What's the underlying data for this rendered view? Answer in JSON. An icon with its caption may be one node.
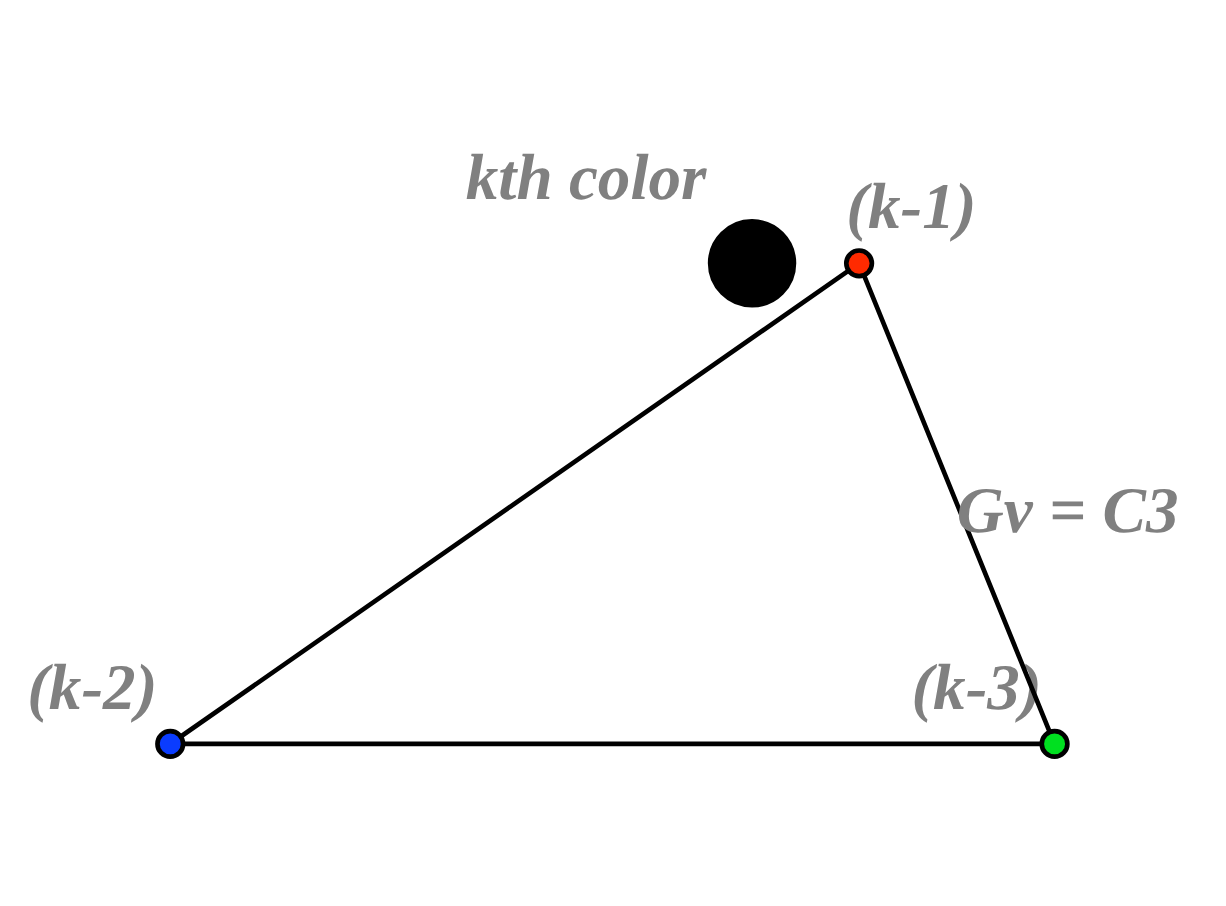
{
  "diagram": {
    "nodes": [
      {
        "text": [],
        "shape": "circle",
        "beside": [
          "(k-1)"
        ]
      },
      {
        "text": [],
        "shape": "circle",
        "beside": [
          "(k-2)"
        ]
      },
      {
        "text": [],
        "shape": "circle",
        "beside": [
          "(k-3)"
        ]
      },
      {
        "text": [],
        "shape": "circle",
        "beside": [
          "kth color"
        ]
      }
    ],
    "edges": [
      {
        "from": 0,
        "to": 1,
        "arrow": "none"
      },
      {
        "from": 0,
        "to": 2,
        "arrow": "none"
      },
      {
        "from": 1,
        "to": 2,
        "arrow": "none"
      }
    ],
    "labels": [
      "Gv = C3"
    ]
  }
}
